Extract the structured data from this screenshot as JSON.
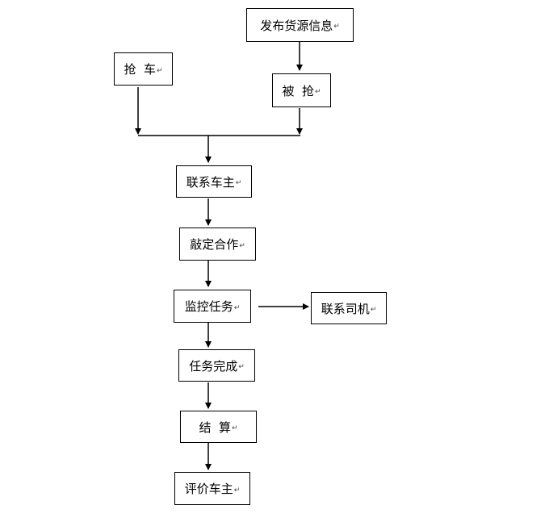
{
  "nodes": {
    "publish": "发布货源信息",
    "grab_car": "抢  车",
    "grabbed": "被  抢",
    "contact_owner": "联系车主",
    "agree_cooperation": "敲定合作",
    "monitor_task": "监控任务",
    "contact_driver": "联系司机",
    "task_complete": "任务完成",
    "settlement": "结  算",
    "rate_owner": "评价车主"
  },
  "paragraph_mark": "↵"
}
